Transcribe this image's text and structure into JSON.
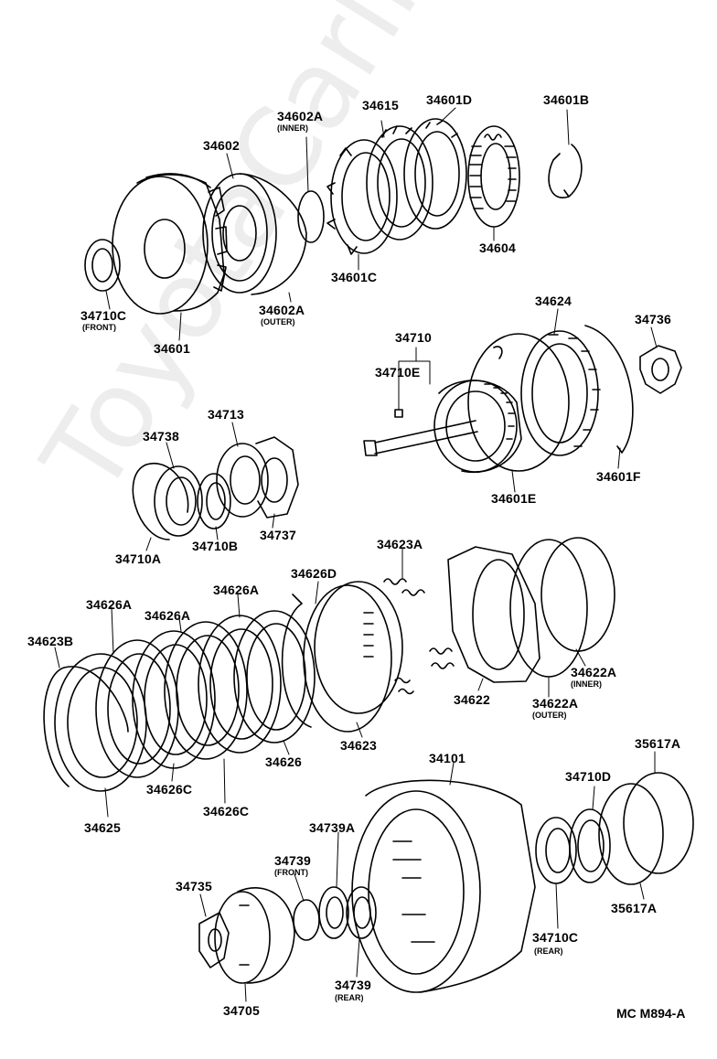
{
  "labels": {
    "p34601": "34601",
    "p34602": "34602",
    "p34602A": "34602A",
    "p34615": "34615",
    "p34601D": "34601D",
    "p34601B": "34601B",
    "p34604": "34604",
    "p34601C": "34601C",
    "p34602A_outer": "34602A",
    "p34710C_front": "34710C",
    "p34624": "34624",
    "p34736": "34736",
    "p34710": "34710",
    "p34710E": "34710E",
    "p34601F": "34601F",
    "p34601E": "34601E",
    "p34713": "34713",
    "p34738": "34738",
    "p34737": "34737",
    "p34710B": "34710B",
    "p34710A": "34710A",
    "p34623A": "34623A",
    "p34626D": "34626D",
    "p34626A_1": "34626A",
    "p34626A_2": "34626A",
    "p34626A_3": "34626A",
    "p34623B": "34623B",
    "p34622": "34622",
    "p34622A_inner": "34622A",
    "p34622A_outer": "34622A",
    "p34623": "34623",
    "p34626": "34626",
    "p34626C_1": "34626C",
    "p34626C_2": "34626C",
    "p34625": "34625",
    "p34101": "34101",
    "p35617A_top": "35617A",
    "p34710D": "34710D",
    "p35617A_bot": "35617A",
    "p34739A": "34739A",
    "p34739_front": "34739",
    "p34735": "34735",
    "p34710C_rear": "34710C",
    "p34739_rear": "34739",
    "p34705": "34705"
  },
  "sublabels": {
    "inner_top": "(INNER)",
    "outer_top": "(OUTER)",
    "front_34710C": "(FRONT)",
    "inner_34622A": "(INNER)",
    "outer_34622A": "(OUTER)",
    "front_34739": "(FRONT)",
    "rear_34710C": "(REAR)",
    "rear_34739": "(REAR)"
  },
  "diagram_code": "MC M894-A",
  "watermark": "ToyotaCarline.ru"
}
